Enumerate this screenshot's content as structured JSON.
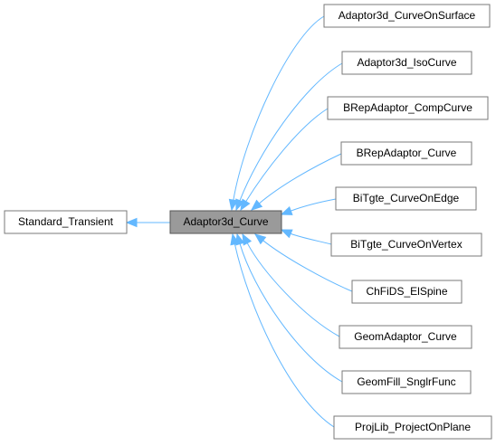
{
  "diagram": {
    "base_class": {
      "label": "Standard_Transient"
    },
    "current_class": {
      "label": "Adaptor3d_Curve"
    },
    "derived_classes": [
      {
        "label": "Adaptor3d_CurveOnSurface"
      },
      {
        "label": "Adaptor3d_IsoCurve"
      },
      {
        "label": "BRepAdaptor_CompCurve"
      },
      {
        "label": "BRepAdaptor_Curve"
      },
      {
        "label": "BiTgte_CurveOnEdge"
      },
      {
        "label": "BiTgte_CurveOnVertex"
      },
      {
        "label": "ChFiDS_ElSpine"
      },
      {
        "label": "GeomAdaptor_Curve"
      },
      {
        "label": "GeomFill_SnglrFunc"
      },
      {
        "label": "ProjLib_ProjectOnPlane"
      }
    ],
    "colors": {
      "edge": "#63b8ff",
      "current_fill": "#9a9a9a",
      "node_border": "#7a7a7a"
    }
  }
}
